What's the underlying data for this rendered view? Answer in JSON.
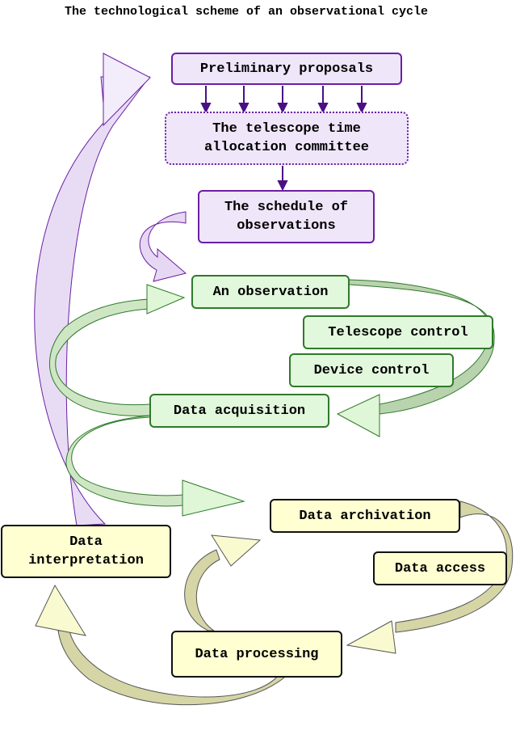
{
  "title": "The technological scheme of an observational cycle",
  "nodes": {
    "preliminary_proposals": "Preliminary proposals",
    "allocation_committee": "The telescope time\nallocation committee",
    "schedule": "The schedule of\nobservations",
    "observation": "An observation",
    "telescope_control": "Telescope control",
    "device_control": "Device control",
    "data_acquisition": "Data acquisition",
    "data_archivation": "Data archivation",
    "data_access": "Data access",
    "data_processing": "Data processing",
    "data_interpretation": "Data\ninterpretation"
  },
  "colors": {
    "purple_border": "#6a1fa3",
    "purple_fill": "#f0e6fa",
    "green_border": "#2f7a2a",
    "green_fill": "#e2f8dd",
    "yellow_fill": "#ffffd2",
    "yellow_border": "#111111"
  }
}
